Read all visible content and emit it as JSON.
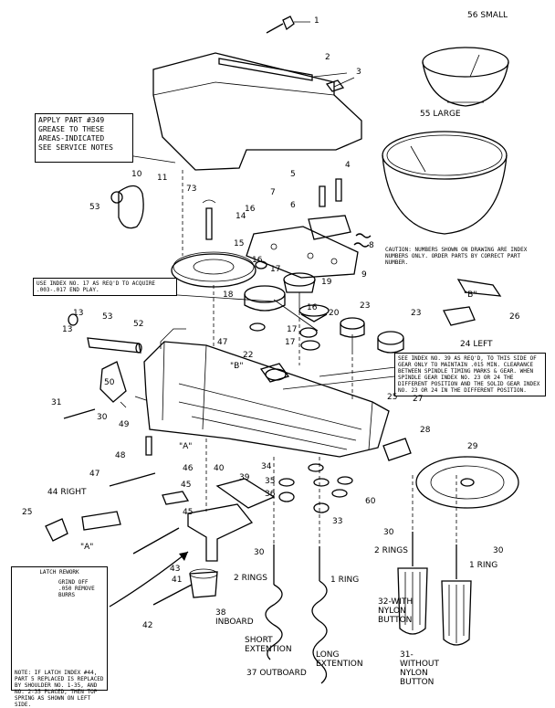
{
  "notes": {
    "grease": [
      "APPLY PART #349",
      "GREASE TO THESE",
      "AREAS-INDICATED",
      "SEE SERVICE NOTES"
    ],
    "caution": "CAUTION: NUMBERS SHOWN ON DRAWING ARE INDEX NUMBERS ONLY. ORDER PARTS BY CORRECT PART NUMBER.",
    "use_index": "USE INDEX NO. 17 AS REQ'D TO ACQUIRE .003-.017 END PLAY.",
    "index_29": "SEE INDEX NO. 39 AS REQ'D, TO THIS SIDE OF GEAR ONLY TO MAINTAIN .015 MIN. CLEARANCE BETWEEN SPINDLE TIMING MARKS & GEAR. WHEN SPINDLE GEAR INDEX NO. 23 OR 24 THE DIFFERENT POSITION AND THE SOLID GEAR INDEX NO. 23 OR 24 IN THE DIFFERENT POSITION.",
    "latch_title": "LATCH REWORK",
    "latch_instruction": "GRIND OFF .050 REMOVE BURRS",
    "latch_footer": "NOTE: IF LATCH INDEX #44, PART 5 REPLACED IS REPLACED BY SHOULDER NO. 1-35, AND NO. 2-35 PLACED, THEN TOP SPRING AS SHOWN ON LEFT SIDE."
  },
  "parts": {
    "p1": "1",
    "p2": "2",
    "p3": "3",
    "p4": "4",
    "p5": "5",
    "p6": "6",
    "p7": "7",
    "p8": "8",
    "p9": "9",
    "p10": "10",
    "p11": "11",
    "p13a": "13",
    "p13b": "13",
    "p14": "14",
    "p15": "15",
    "p16": "16",
    "p17a": "17",
    "p17b": "17",
    "p17c": "17",
    "p18": "18",
    "p19": "19",
    "p20": "20",
    "p22": "22",
    "p23a": "23",
    "p23b": "23",
    "p25": "25",
    "p26": "26",
    "p27": "27",
    "p28": "28",
    "p29": "29",
    "p30a": "30",
    "p30b": "30",
    "p30c": "30",
    "p30d": "30",
    "p31": "31",
    "p33": "33",
    "p34": "34",
    "p35": "35",
    "p36": "36",
    "p39": "39",
    "p40": "40",
    "p41": "41",
    "p42": "42",
    "p43": "43",
    "p45a": "45",
    "p45b": "45",
    "p46": "46",
    "p47a": "47",
    "p47b": "47",
    "p48": "48",
    "p49": "49",
    "p50": "50",
    "p52": "52",
    "p53a": "53",
    "p53b": "53",
    "p60": "60",
    "p73": "73"
  },
  "labels": {
    "small": "56 SMALL",
    "large": "55 LARGE",
    "left24": "24 LEFT",
    "right44": "44 RIGHT",
    "a1": "\"A\"",
    "a2": "\"A\"",
    "b1": "\"B\"",
    "b2": "\"B\"",
    "rings2a": "2 RINGS",
    "rings2b": "2 RINGS",
    "ring1a": "1 RING",
    "ring1b": "1 RING",
    "inboard": "38 INBOARD",
    "short": "SHORT EXTENTION",
    "outboard": "37 OUTBOARD",
    "long": "LONG EXTENTION",
    "with_nylon": "32-WITH NYLON BUTTON",
    "without_nylon": "31-WITHOUT NYLON BUTTON"
  }
}
